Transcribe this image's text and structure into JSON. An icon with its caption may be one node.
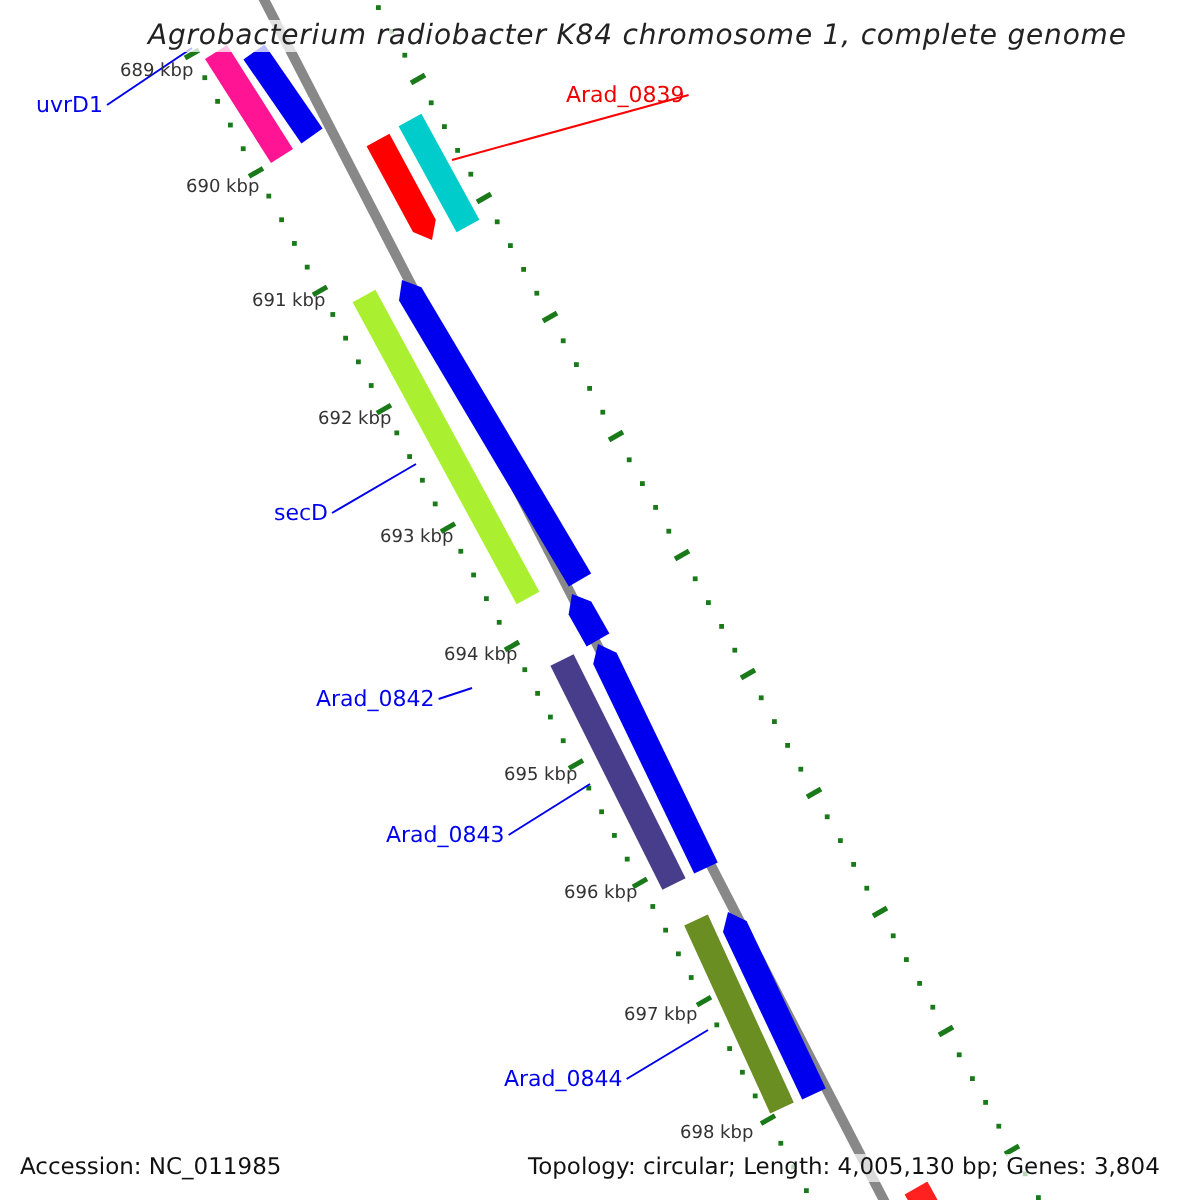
{
  "diagram": {
    "title": "Agrobacterium radiobacter K84 chromosome 1, complete genome",
    "nodes": [
      {
        "text": [
          "uvrD1"
        ]
      },
      {
        "text": [],
        "shape": "bar"
      },
      {
        "text": [],
        "shape": "bar"
      },
      {
        "text": [
          "Arad_0839"
        ]
      },
      {
        "text": [],
        "shape": "arrow"
      },
      {
        "text": [],
        "shape": "bar"
      },
      {
        "text": [
          "secD"
        ]
      },
      {
        "text": [],
        "shape": "bar"
      },
      {
        "text": [],
        "shape": "arrow"
      },
      {
        "text": [],
        "shape": "arrow"
      },
      {
        "text": [
          "Arad_0842"
        ]
      },
      {
        "text": [
          "Arad_0843"
        ]
      },
      {
        "text": [],
        "shape": "bar"
      },
      {
        "text": [],
        "shape": "arrow"
      },
      {
        "text": [
          "Arad_0844"
        ]
      },
      {
        "text": [],
        "shape": "bar"
      },
      {
        "text": [],
        "shape": "arrow"
      },
      {
        "text": [],
        "shape": "bar"
      }
    ],
    "edges": [
      {
        "from": 0,
        "to": 1,
        "arrow": "none"
      },
      {
        "from": 3,
        "to": 5,
        "arrow": "none",
        "color": "#ff0000"
      },
      {
        "from": 6,
        "to": 7,
        "arrow": "none"
      },
      {
        "from": 10,
        "to": null,
        "arrow": "none"
      },
      {
        "from": 11,
        "to": 12,
        "arrow": "none"
      },
      {
        "from": 14,
        "to": 15,
        "arrow": "none"
      }
    ],
    "labels": [
      "689 kbp",
      "690 kbp",
      "691 kbp",
      "692 kbp",
      "693 kbp",
      "694 kbp",
      "695 kbp",
      "696 kbp",
      "697 kbp",
      "698 kbp",
      "Accession: NC_011985",
      "Topology: circular; Length: 4,005,130 bp; Genes: 3,804"
    ]
  }
}
